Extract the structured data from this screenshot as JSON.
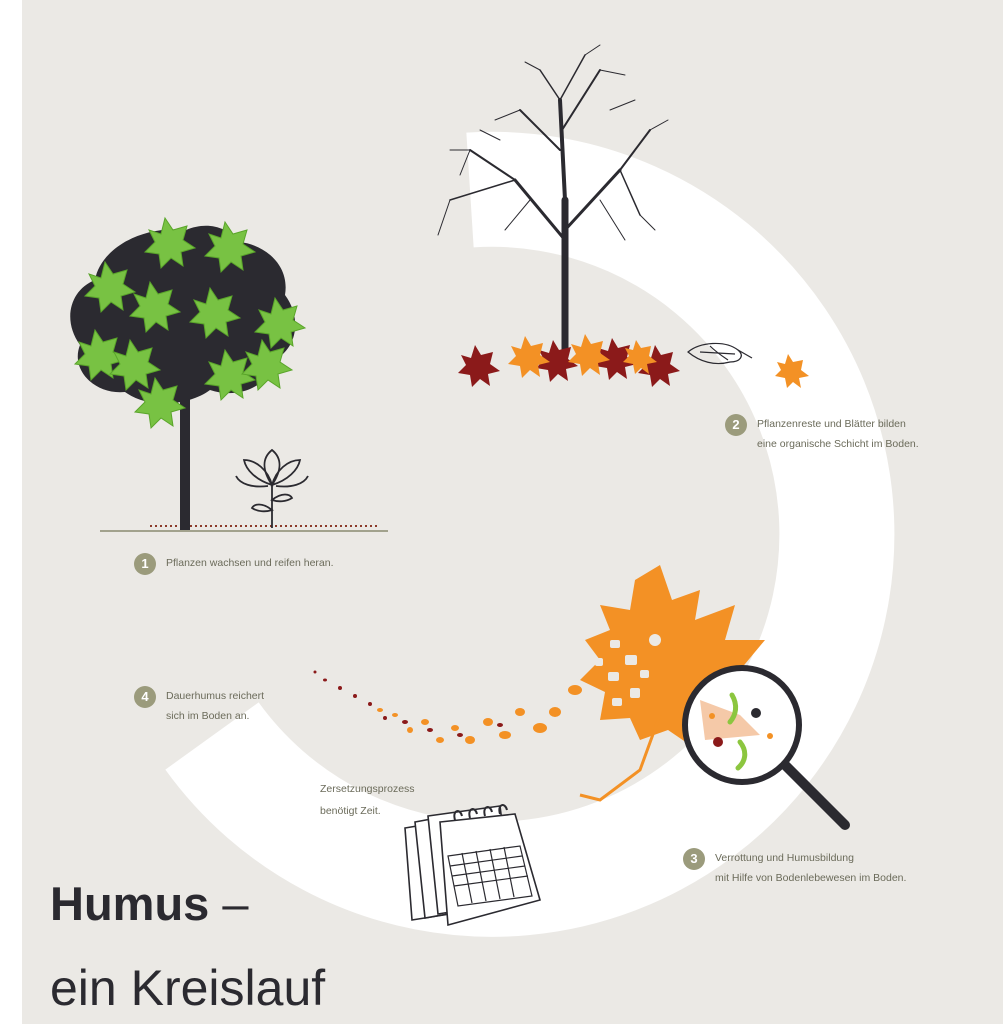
{
  "steps": [
    {
      "number": "1",
      "text": "Pflanzen wachsen und reifen heran."
    },
    {
      "number": "2",
      "text": "Pflanzenreste und Blätter bilden\neine organische Schicht im Boden."
    },
    {
      "number": "3",
      "text": "Verrottung und Humusbildung\nmit Hilfe von Bodenlebewesen im Boden."
    },
    {
      "number": "4",
      "text": "Dauerhumus reichert\nsich im Boden an."
    }
  ],
  "note": "Zersetzungsprozess\nbenötigt Zeit.",
  "title": {
    "main": "Humus",
    "dash": " –",
    "sub": "ein Kreislauf"
  },
  "colors": {
    "background": "#ebe9e5",
    "ring": "#ffffff",
    "text": "#6b6b5a",
    "badge": "#9b9b7c",
    "title": "#2b2a30",
    "leaf_green": "#78c243",
    "leaf_orange": "#f39125",
    "leaf_red": "#8b1a1a"
  },
  "icons": [
    "green-tree-icon",
    "bare-tree-icon",
    "flower-icon",
    "maple-leaf-icon",
    "magnifier-icon",
    "calendar-icon"
  ]
}
